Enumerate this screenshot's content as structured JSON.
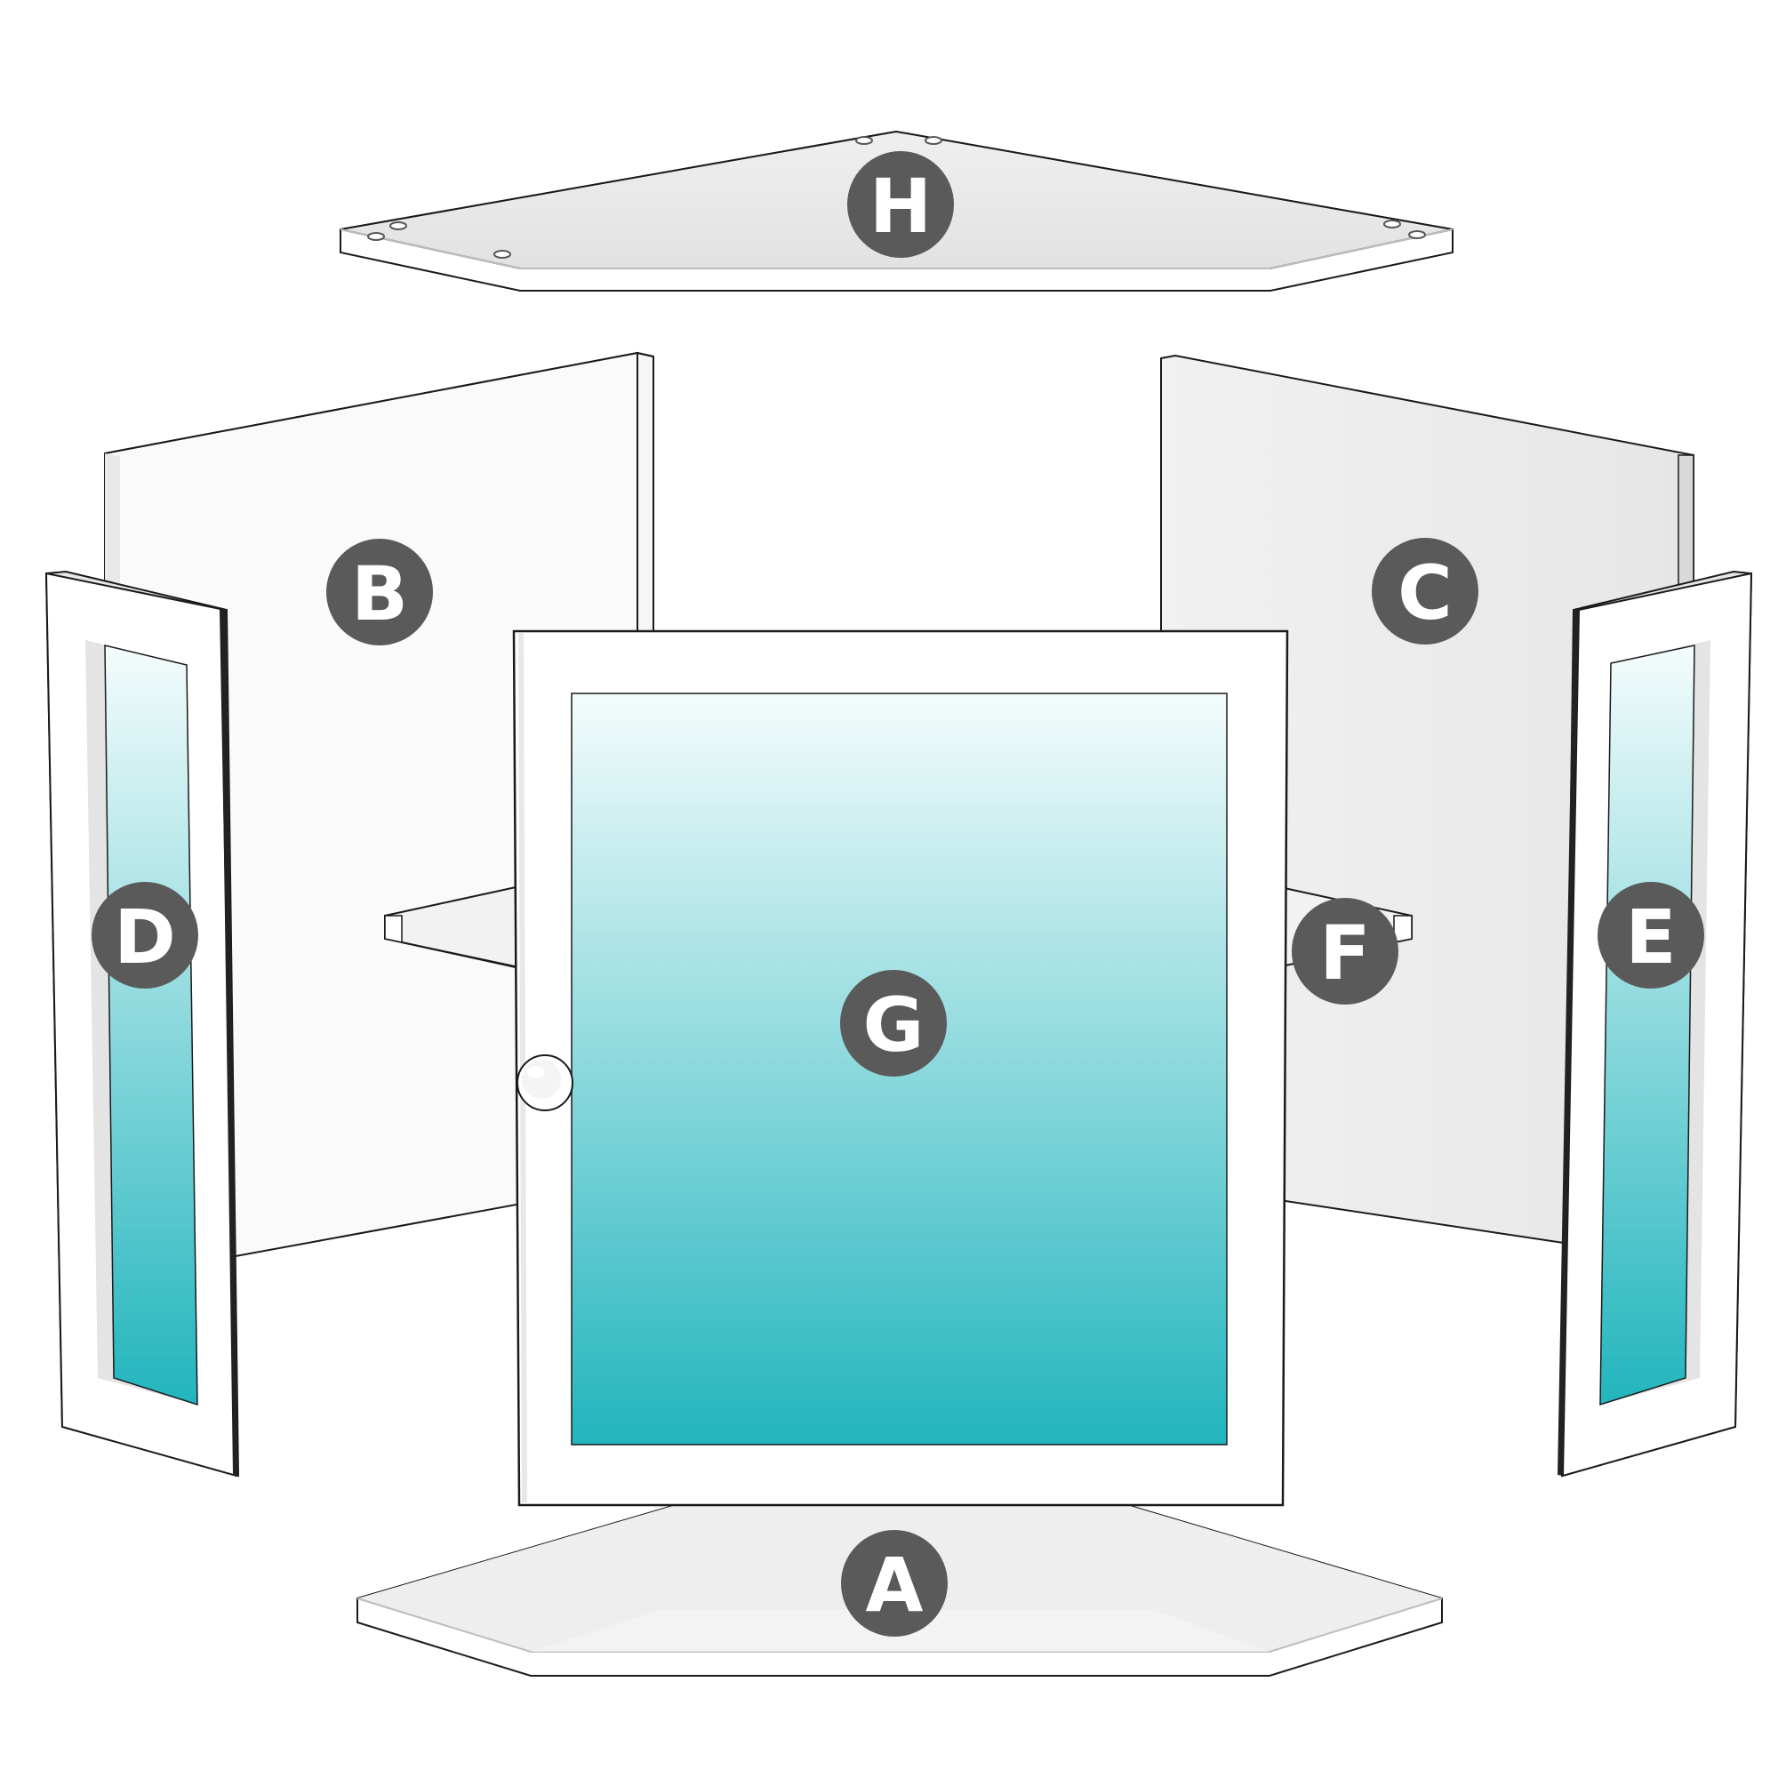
{
  "colors": {
    "panel": "#ffffff",
    "panel_shade": "#f3f3f3",
    "panel_edge": "#e4e4e4",
    "outline": "#1a1a1a",
    "glass_top": "#f4fcfc",
    "glass_bottom": "#22b5bd",
    "label_bg": "#5a5a5a",
    "label_text": "#ffffff"
  },
  "labels": {
    "top": "H",
    "left_side": "B",
    "right_side": "C",
    "left_door": "D",
    "right_door": "E",
    "shelf": "F",
    "front_door": "G",
    "bottom": "A"
  }
}
